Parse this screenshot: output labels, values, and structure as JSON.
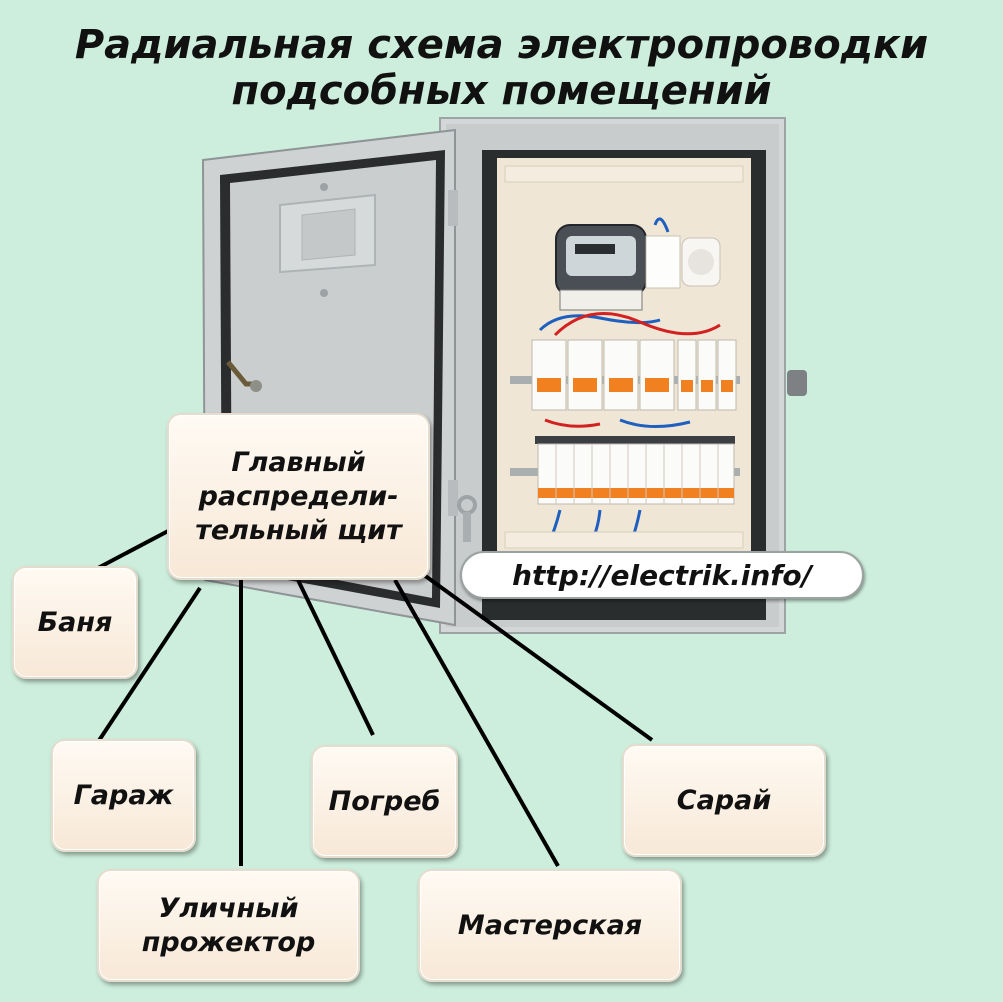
{
  "title": {
    "line1": "Радиальная схема электропроводки",
    "line2": "подсобных помещений"
  },
  "hub": {
    "line1": "Главный",
    "line2": "распредели-",
    "line3": "тельный щит"
  },
  "nodes": {
    "banya": "Баня",
    "garazh": "Гараж",
    "ulichny_line1": "Уличный",
    "ulichny_line2": "прожектор",
    "pogreb": "Погреб",
    "masterskaya": "Мастерская",
    "saray": "Сарай"
  },
  "url": "http://electrik.info/",
  "colors": {
    "background": "#cdeedc",
    "node_fill": "#fbf1e4",
    "cabinet": "#cfd2d3",
    "connector": "#000000",
    "breaker_accent": "#f08020"
  }
}
